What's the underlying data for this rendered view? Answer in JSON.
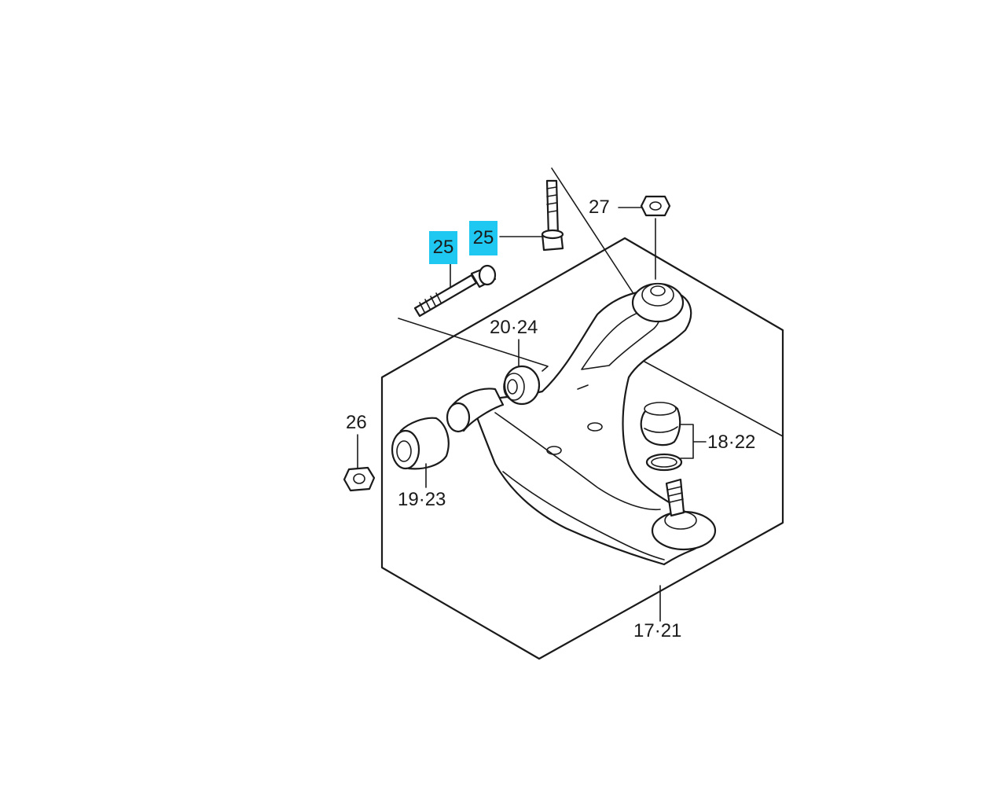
{
  "highlight_color": "#1ec8f0",
  "callouts": {
    "bolt_rear": "25",
    "bolt_front": "25",
    "nut_top": "27",
    "bushing_small": "20·24",
    "nut_left": "26",
    "bushing_large": "19·23",
    "ball_joint": "18·22",
    "lower_arm": "17·21"
  }
}
